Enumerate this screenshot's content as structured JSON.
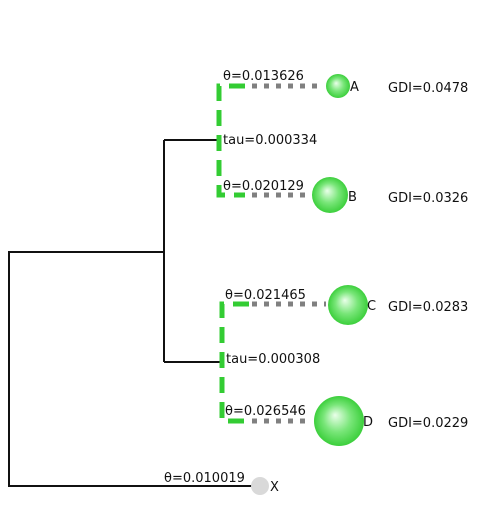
{
  "tree": {
    "root_outgroup_theta": "θ=0.010019",
    "outgroup_name": "X",
    "clade1": {
      "tau": "tau=0.000334",
      "tip_A": {
        "name": "A",
        "theta": "θ=0.013626",
        "gdi": "GDI=0.0478"
      },
      "tip_B": {
        "name": "B",
        "theta": "θ=0.020129",
        "gdi": "GDI=0.0326"
      }
    },
    "clade2": {
      "tau": "tau=0.000308",
      "tip_C": {
        "name": "C",
        "theta": "θ=0.021465",
        "gdi": "GDI=0.0283"
      },
      "tip_D": {
        "name": "D",
        "theta": "θ=0.026546",
        "gdi": "GDI=0.0229"
      }
    }
  },
  "colors": {
    "line": "#111111",
    "merged_branch": "#33cc33",
    "dotted_branch": "#808080",
    "node_fill": "#5ee05e",
    "node_highlight": "#e8ffe8",
    "outgroup_node": "#d9d9d9"
  }
}
